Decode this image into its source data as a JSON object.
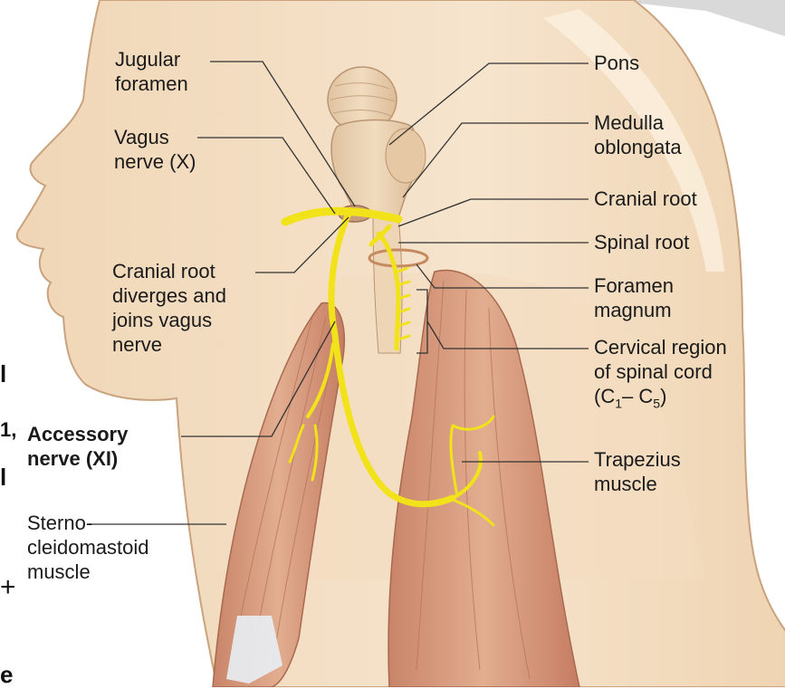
{
  "labels_left": {
    "jugular_foramen": [
      "Jugular",
      "foramen"
    ],
    "vagus_nerve": [
      "Vagus",
      "nerve (X)"
    ],
    "cranial_root_diverges": [
      "Cranial root",
      "diverges and",
      "joins vagus",
      "nerve"
    ],
    "accessory_nerve": [
      "Accessory",
      "nerve (XI)"
    ],
    "sternocleidomastoid": [
      "Sterno-",
      "cleidomastoid",
      "muscle"
    ]
  },
  "labels_right": {
    "pons": "Pons",
    "medulla_oblongata": [
      "Medulla",
      "oblongata"
    ],
    "cranial_root": "Cranial root",
    "spinal_root": "Spinal root",
    "foramen_magnum": [
      "Foramen",
      "magnum"
    ],
    "cervical_region": [
      "Cervical region",
      "of spinal cord"
    ],
    "cervical_range": {
      "open": "(C",
      "sub1": "1",
      "dash": "– C",
      "sub2": "5",
      "close": ")"
    },
    "trapezius": [
      "Trapezius",
      "muscle"
    ]
  },
  "edge_fragments": [
    "l",
    "1,",
    "l",
    "+",
    "e"
  ],
  "colors": {
    "skin": "#f3ddc1",
    "skin_outline": "#c9a27e",
    "muscle": "#d69a7c",
    "nerve": "#f2e21a",
    "brainstem": "#ead1b0",
    "leader_line": "#333333"
  }
}
